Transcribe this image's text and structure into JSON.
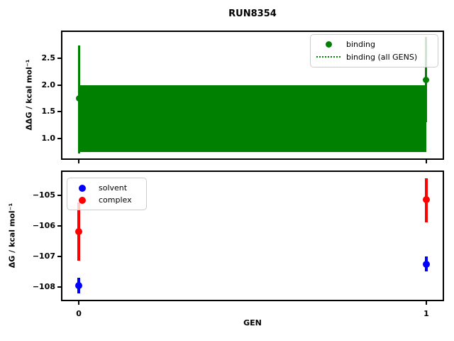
{
  "title": "RUN8354",
  "colors": {
    "binding_green": "#008000",
    "solvent_blue": "#0000ff",
    "complex_red": "#ff0000",
    "spine_black": "#000000",
    "legend_border": "#cccccc"
  },
  "top_plot": {
    "ylabel": "ΔΔG / kcal mol⁻¹",
    "ytick_labels": [
      "2.5",
      "2.0",
      "1.5",
      "1.0"
    ],
    "legend": [
      {
        "label": "binding",
        "marker": "green-dot"
      },
      {
        "label": "binding (all GENS)",
        "marker": "green-dotted-line"
      }
    ]
  },
  "bottom_plot": {
    "ylabel": "ΔG / kcal mol⁻¹",
    "ytick_labels": [
      "−105",
      "−106",
      "−107",
      "−108"
    ],
    "legend": [
      {
        "label": "solvent",
        "marker": "blue-dot"
      },
      {
        "label": "complex",
        "marker": "red-dot"
      }
    ]
  },
  "x_axis": {
    "label": "GEN",
    "tick_labels": [
      "0",
      "1"
    ]
  },
  "chart_data": [
    {
      "type": "scatter",
      "axes": "top",
      "title": "RUN8354",
      "xlabel": "GEN",
      "ylabel": "ΔΔG / kcal mol⁻¹",
      "x": [
        0,
        1
      ],
      "series": [
        {
          "name": "binding",
          "color": "#008000",
          "y": [
            1.75,
            2.1
          ],
          "yerr_plus": [
            1.0,
            0.8
          ],
          "yerr_minus": [
            1.03,
            0.8
          ],
          "marker_size": 9,
          "line_width": 3
        }
      ],
      "band": {
        "name": "binding (all GENS)",
        "style": "dotted-center-line-with-filled-band",
        "ymin": 0.74,
        "ymax": 2.0,
        "color": "#008000"
      },
      "xlim": [
        -0.047,
        1.047
      ],
      "ylim": [
        0.62,
        3.0
      ],
      "yticks": [
        2.5,
        2.0,
        1.5,
        1.0
      ],
      "grid": false,
      "legend_position": "upper right"
    },
    {
      "type": "scatter",
      "axes": "bottom",
      "xlabel": "GEN",
      "ylabel": "ΔG / kcal mol⁻¹",
      "x": [
        0,
        1
      ],
      "series": [
        {
          "name": "solvent",
          "color": "#0000ff",
          "y": [
            -107.95,
            -107.25
          ],
          "yerr_plus": [
            0.25,
            0.25
          ],
          "yerr_minus": [
            0.25,
            0.25
          ],
          "marker_size": 10,
          "line_width": 4
        },
        {
          "name": "complex",
          "color": "#ff0000",
          "y": [
            -106.2,
            -105.15
          ],
          "yerr_plus": [
            0.95,
            0.7
          ],
          "yerr_minus": [
            0.95,
            0.75
          ],
          "marker_size": 10,
          "line_width": 4
        }
      ],
      "xlim": [
        -0.047,
        1.047
      ],
      "ylim": [
        -108.42,
        -104.24
      ],
      "yticks": [
        -105,
        -106,
        -107,
        -108
      ],
      "grid": false,
      "legend_position": "upper left"
    }
  ]
}
